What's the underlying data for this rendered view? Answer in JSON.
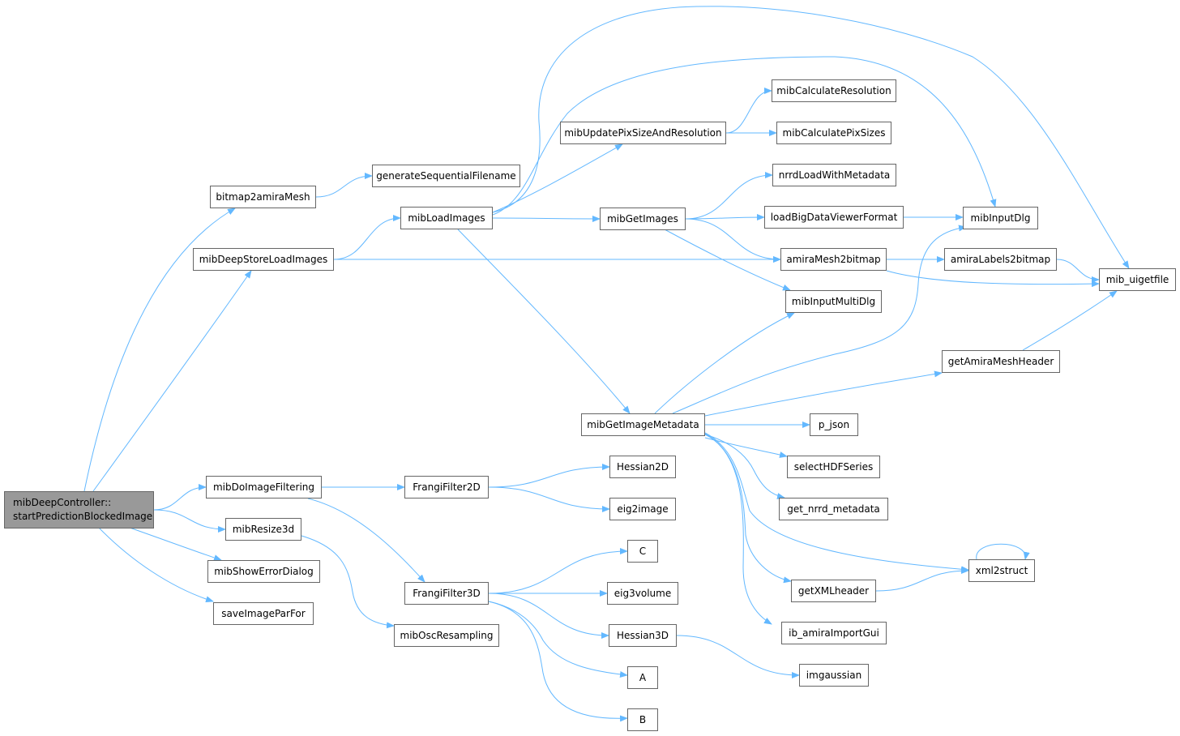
{
  "colors": {
    "edge": "#63b8ff",
    "node_border": "#666666",
    "root_fill": "#999999"
  },
  "nodes": {
    "root": {
      "line1": "mibDeepController::",
      "line2": "startPredictionBlockedImage"
    },
    "bitmap2amiraMesh": "bitmap2amiraMesh",
    "generateSequentialFilename": "generateSequentialFilename",
    "mibDeepStoreLoadImages": "mibDeepStoreLoadImages",
    "mibLoadImages": "mibLoadImages",
    "mibUpdatePixSizeAndResolution": "mibUpdatePixSizeAndResolution",
    "mibCalculateResolution": "mibCalculateResolution",
    "mibCalculatePixSizes": "mibCalculatePixSizes",
    "nrrdLoadWithMetadata": "nrrdLoadWithMetadata",
    "mibGetImages": "mibGetImages",
    "loadBigDataViewerFormat": "loadBigDataViewerFormat",
    "amiraMesh2bitmap": "amiraMesh2bitmap",
    "mibInputMultiDlg": "mibInputMultiDlg",
    "mibInputDlg": "mibInputDlg",
    "amiraLabels2bitmap": "amiraLabels2bitmap",
    "mib_uigetfile": "mib_uigetfile",
    "getAmiraMeshHeader": "getAmiraMeshHeader",
    "mibGetImageMetadata": "mibGetImageMetadata",
    "p_json": "p_json",
    "selectHDFSeries": "selectHDFSeries",
    "get_nrrd_metadata": "get_nrrd_metadata",
    "xml2struct": "xml2struct",
    "getXMLheader": "getXMLheader",
    "ib_amiraImportGui": "ib_amiraImportGui",
    "imgaussian": "imgaussian",
    "mibDoImageFiltering": "mibDoImageFiltering",
    "FrangiFilter2D": "FrangiFilter2D",
    "Hessian2D": "Hessian2D",
    "eig2image": "eig2image",
    "mibResize3d": "mibResize3d",
    "mibShowErrorDialog": "mibShowErrorDialog",
    "saveImageParFor": "saveImageParFor",
    "FrangiFilter3D": "FrangiFilter3D",
    "mibOscResampling": "mibOscResampling",
    "C": "C",
    "eig3volume": "eig3volume",
    "Hessian3D": "Hessian3D",
    "A": "A",
    "B": "B"
  },
  "edges": [
    [
      "root",
      "bitmap2amiraMesh"
    ],
    [
      "root",
      "mibDeepStoreLoadImages"
    ],
    [
      "root",
      "mibDoImageFiltering"
    ],
    [
      "root",
      "mibResize3d"
    ],
    [
      "root",
      "mibShowErrorDialog"
    ],
    [
      "root",
      "saveImageParFor"
    ],
    [
      "bitmap2amiraMesh",
      "generateSequentialFilename"
    ],
    [
      "mibDeepStoreLoadImages",
      "mibLoadImages"
    ],
    [
      "mibDeepStoreLoadImages",
      "amiraMesh2bitmap"
    ],
    [
      "mibLoadImages",
      "mibUpdatePixSizeAndResolution"
    ],
    [
      "mibLoadImages",
      "mibGetImages"
    ],
    [
      "mibLoadImages",
      "mibGetImageMetadata"
    ],
    [
      "mibLoadImages",
      "mibInputDlg"
    ],
    [
      "mibLoadImages",
      "mib_uigetfile"
    ],
    [
      "mibUpdatePixSizeAndResolution",
      "mibCalculateResolution"
    ],
    [
      "mibUpdatePixSizeAndResolution",
      "mibCalculatePixSizes"
    ],
    [
      "mibGetImages",
      "nrrdLoadWithMetadata"
    ],
    [
      "mibGetImages",
      "loadBigDataViewerFormat"
    ],
    [
      "mibGetImages",
      "amiraMesh2bitmap"
    ],
    [
      "mibGetImages",
      "mibInputMultiDlg"
    ],
    [
      "loadBigDataViewerFormat",
      "mibInputDlg"
    ],
    [
      "amiraMesh2bitmap",
      "amiraLabels2bitmap"
    ],
    [
      "amiraMesh2bitmap",
      "mib_uigetfile"
    ],
    [
      "amiraLabels2bitmap",
      "mib_uigetfile"
    ],
    [
      "getAmiraMeshHeader",
      "mib_uigetfile"
    ],
    [
      "mibGetImageMetadata",
      "mibInputMultiDlg"
    ],
    [
      "mibGetImageMetadata",
      "mibInputDlg"
    ],
    [
      "mibGetImageMetadata",
      "getAmiraMeshHeader"
    ],
    [
      "mibGetImageMetadata",
      "p_json"
    ],
    [
      "mibGetImageMetadata",
      "selectHDFSeries"
    ],
    [
      "mibGetImageMetadata",
      "get_nrrd_metadata"
    ],
    [
      "mibGetImageMetadata",
      "xml2struct"
    ],
    [
      "mibGetImageMetadata",
      "getXMLheader"
    ],
    [
      "mibGetImageMetadata",
      "ib_amiraImportGui"
    ],
    [
      "getXMLheader",
      "xml2struct"
    ],
    [
      "xml2struct",
      "xml2struct"
    ],
    [
      "mibDoImageFiltering",
      "FrangiFilter2D"
    ],
    [
      "mibDoImageFiltering",
      "FrangiFilter3D"
    ],
    [
      "FrangiFilter2D",
      "Hessian2D"
    ],
    [
      "FrangiFilter2D",
      "eig2image"
    ],
    [
      "mibResize3d",
      "mibOscResampling"
    ],
    [
      "FrangiFilter3D",
      "C"
    ],
    [
      "FrangiFilter3D",
      "eig3volume"
    ],
    [
      "FrangiFilter3D",
      "Hessian3D"
    ],
    [
      "FrangiFilter3D",
      "A"
    ],
    [
      "FrangiFilter3D",
      "B"
    ],
    [
      "Hessian3D",
      "imgaussian"
    ]
  ]
}
